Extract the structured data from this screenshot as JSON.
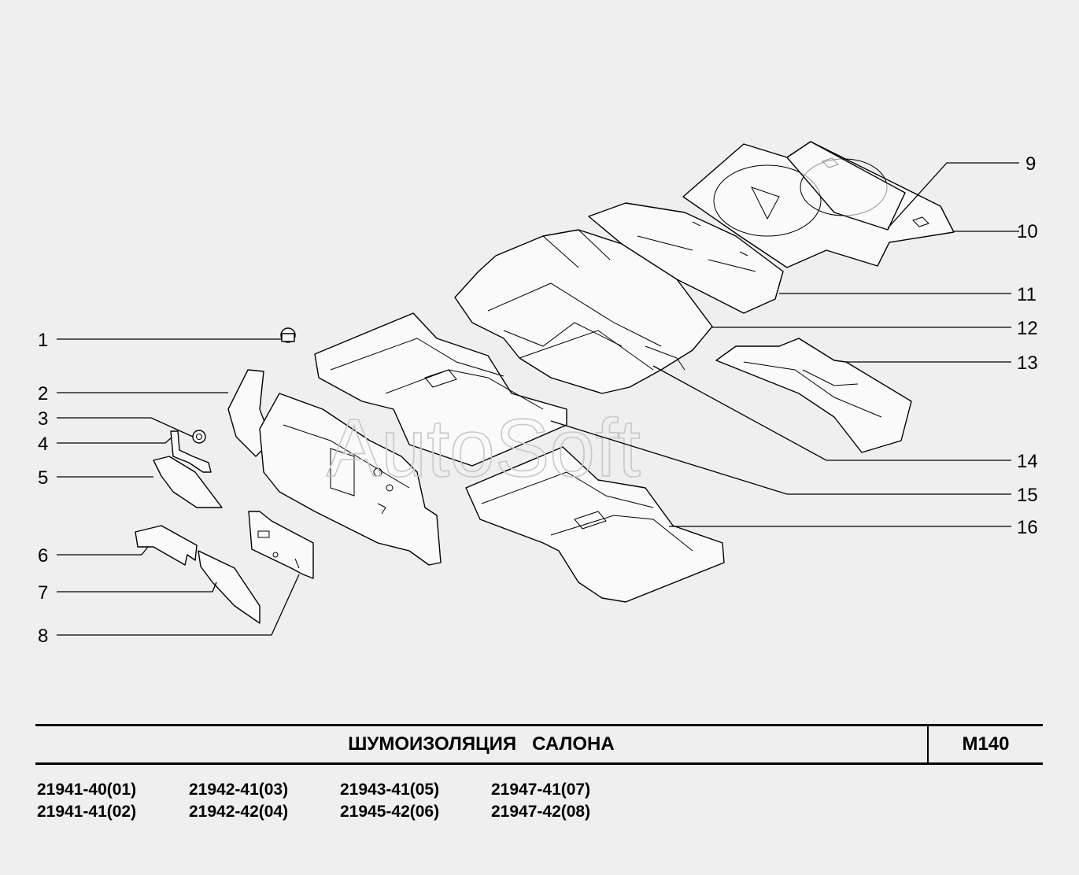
{
  "watermark": "AutoSoft",
  "callouts": [
    "1",
    "2",
    "3",
    "4",
    "5",
    "6",
    "7",
    "8",
    "9",
    "10",
    "11",
    "12",
    "13",
    "14",
    "15",
    "16"
  ],
  "title": "ШУМОИЗОЛЯЦИЯ   САЛОНА",
  "code": "M140",
  "models": [
    [
      "21941-40(01)",
      "21941-41(02)"
    ],
    [
      "21942-41(03)",
      "21942-42(04)"
    ],
    [
      "21943-41(05)",
      "21945-42(06)"
    ],
    [
      "21947-41(07)",
      "21947-42(08)"
    ]
  ]
}
